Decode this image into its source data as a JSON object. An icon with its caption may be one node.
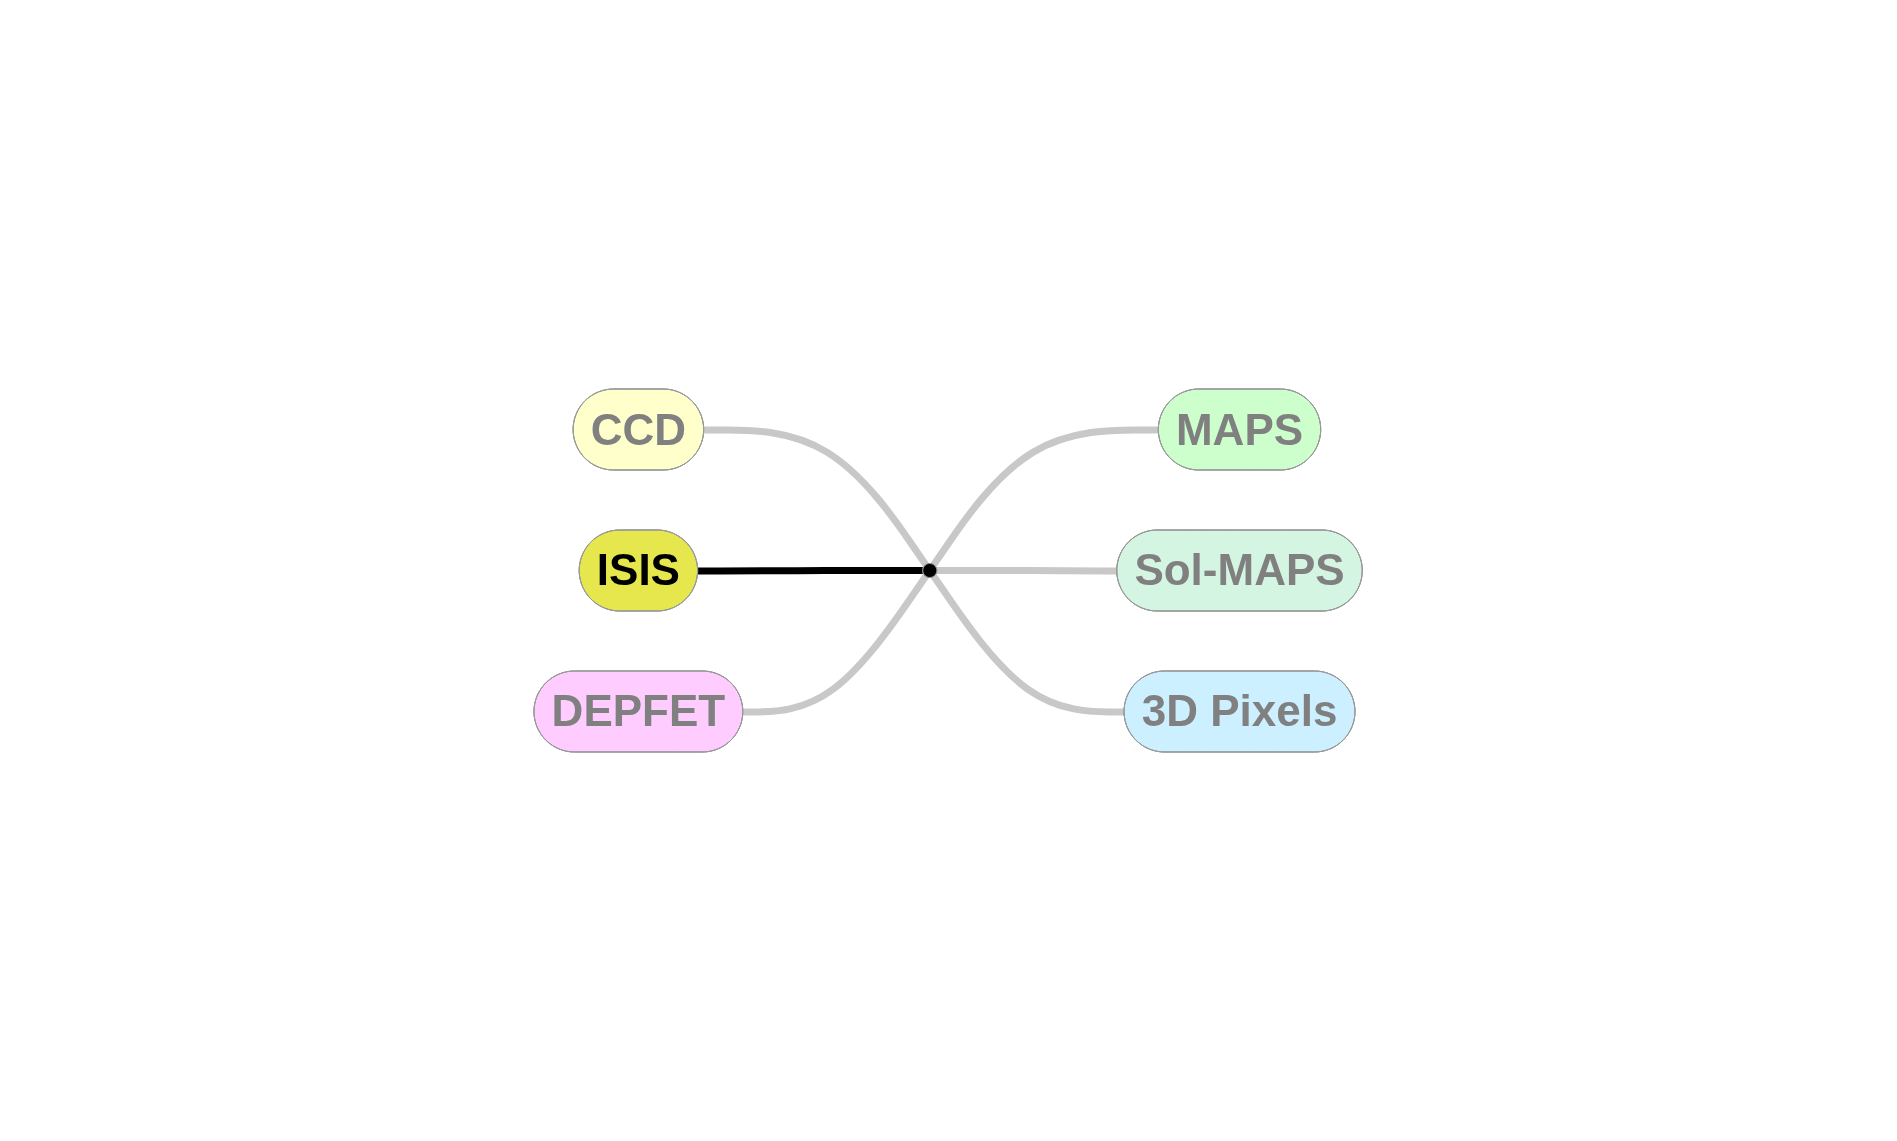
{
  "diagram": {
    "nodes": [
      {
        "text": [
          "CCD"
        ]
      },
      {
        "text": [
          "MAPS"
        ]
      },
      {
        "text": [
          "ISIS"
        ]
      },
      {
        "text": [
          "Sol-MAPS"
        ]
      },
      {
        "text": [],
        "shape": "circle"
      },
      {
        "text": [
          "DEPFET"
        ]
      },
      {
        "text": [
          "3D Pixels"
        ]
      }
    ],
    "edges": [
      {
        "from": 0,
        "to": 4,
        "arrow": "none"
      },
      {
        "from": 2,
        "to": 4,
        "arrow": "none",
        "color": "#000000"
      },
      {
        "from": 5,
        "to": 4,
        "arrow": "none"
      },
      {
        "from": 4,
        "to": 1,
        "arrow": "none"
      },
      {
        "from": 4,
        "to": 3,
        "arrow": "none"
      },
      {
        "from": 4,
        "to": 6,
        "arrow": "none"
      }
    ]
  }
}
